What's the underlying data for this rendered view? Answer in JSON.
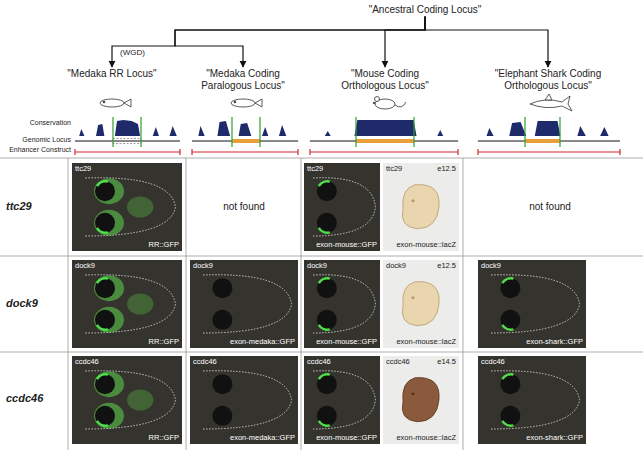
{
  "diagram": {
    "nodes": [
      {
        "text": [
          "\"Ancestral Coding Locus\""
        ]
      },
      {
        "text": [
          "\"Medaka RR Locus\""
        ]
      },
      {
        "text": [
          "\"Medaka Coding Paralogous Locus\""
        ]
      },
      {
        "text": [
          "\"Mouse Coding Orthologous Locus\""
        ]
      },
      {
        "text": [
          "\"Elephant Shark Coding Orthologous Locus\""
        ]
      },
      {
        "text": [
          "ttc29",
          "RR::GFP"
        ]
      },
      {
        "text": [
          "ttc29",
          "exon-mouse::GFP"
        ]
      },
      {
        "text": [
          "ttc29",
          "e12.5",
          "exon-mouse::lacZ"
        ]
      },
      {
        "text": [
          "dock9",
          "RR::GFP"
        ]
      },
      {
        "text": [
          "dock9",
          "exon-medaka::GFP"
        ]
      },
      {
        "text": [
          "dock9",
          "exon-mouse::GFP"
        ]
      },
      {
        "text": [
          "dock9",
          "e12.5",
          "exon-mouse::lacZ"
        ]
      },
      {
        "text": [
          "dock9",
          "exon-shark::GFP"
        ]
      },
      {
        "text": [
          "ccdc46",
          "RR::GFP"
        ]
      },
      {
        "text": [
          "ccdc46",
          "exon-medaka::GFP"
        ]
      },
      {
        "text": [
          "ccdc46",
          "exon-mouse::GFP"
        ]
      },
      {
        "text": [
          "ccdc46",
          "e14.5",
          "exon-mouse::lacZ"
        ]
      },
      {
        "text": [
          "ccdc46",
          "exon-shark::GFP"
        ]
      }
    ],
    "edges": [
      {
        "from": 0,
        "to": 1,
        "arrow": "to"
      },
      {
        "from": 0,
        "to": 2,
        "arrow": "to"
      },
      {
        "from": 0,
        "to": 3,
        "arrow": "to"
      },
      {
        "from": 0,
        "to": 4,
        "arrow": "to"
      }
    ],
    "labels": [
      "(WGD)",
      "Conservation",
      "Genomic Locus",
      "Enhancer Construct",
      "ttc29",
      "dock9",
      "ccdc46",
      "not found",
      "not found"
    ]
  }
}
